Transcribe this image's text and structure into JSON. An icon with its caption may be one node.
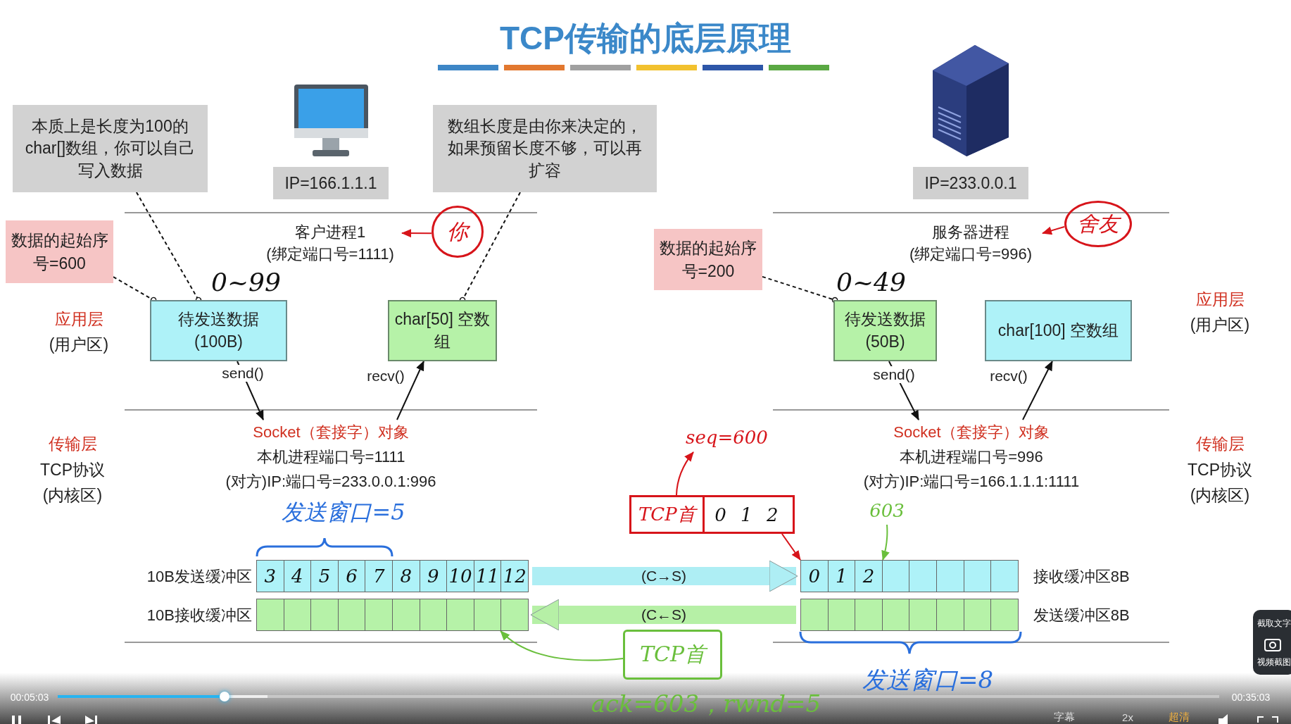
{
  "diagram": {
    "title": "TCP传输的底层原理",
    "nodes": [
      {
        "text": [
          "本质上是长度为100的char[]数组，你可以自己写入数据"
        ]
      },
      {
        "text": [
          "IP=166.1.1.1"
        ]
      },
      {
        "text": [
          "数组长度是由你来决定的，如果预留长度不够，可以再扩容"
        ]
      },
      {
        "text": [
          "IP=233.0.0.1"
        ]
      },
      {
        "text": [
          "数据的起始序号=600"
        ]
      },
      {
        "text": [
          "客户进程1",
          "(绑定端口号=1111)"
        ]
      },
      {
        "text": [
          "你"
        ]
      },
      {
        "text": [
          "服务器进程",
          "(绑定端口号=996)"
        ]
      },
      {
        "text": [
          "舍友"
        ]
      },
      {
        "text": [
          "数据的起始序号=200"
        ]
      },
      {
        "text": [
          "待发送数据 (100B)"
        ],
        "beside": [
          "0~99"
        ]
      },
      {
        "text": [
          "char[50] 空数组"
        ]
      },
      {
        "text": [
          "待发送数据 (50B)"
        ],
        "beside": [
          "0~49"
        ]
      },
      {
        "text": [
          "char[100] 空数组"
        ]
      },
      {
        "text": [
          "Socket（套接字）对象",
          "本机进程端口号=1111",
          "(对方)IP:端口号=233.0.0.1:996"
        ]
      },
      {
        "text": [
          "seq=600"
        ]
      },
      {
        "text": [
          "Socket（套接字）对象",
          "本机进程端口号=996",
          "(对方)IP:端口号=166.1.1.1:1111"
        ]
      },
      {
        "text": [
          "603"
        ]
      },
      {
        "text": [
          "TCP首",
          "0 1 2"
        ]
      },
      {
        "text": [
          "10B发送缓冲区",
          "3",
          "4",
          "5",
          "6",
          "7",
          "8",
          "9",
          "10",
          "11",
          "12"
        ]
      },
      {
        "text": [
          "0",
          "1",
          "2",
          "接收缓冲区8B"
        ]
      },
      {
        "text": [
          "10B接收缓冲区"
        ]
      },
      {
        "text": [
          "发送缓冲区8B"
        ]
      },
      {
        "text": [
          "TCP首"
        ]
      }
    ],
    "edges": [
      {
        "from": 0,
        "to": 10,
        "arrow": "other",
        "style": "dashed"
      },
      {
        "from": 4,
        "to": 10,
        "arrow": "other",
        "style": "dashed"
      },
      {
        "from": 2,
        "to": 11,
        "arrow": "other",
        "style": "dashed"
      },
      {
        "from": 9,
        "to": 12,
        "arrow": "other",
        "style": "dashed"
      },
      {
        "from": 6,
        "to": 5,
        "arrow": "to",
        "color": "#d7141a"
      },
      {
        "from": 8,
        "to": 7,
        "arrow": "to",
        "color": "#d7141a"
      },
      {
        "from": 10,
        "to": 14,
        "arrow": "to",
        "label": "send()"
      },
      {
        "from": 14,
        "to": 11,
        "arrow": "to",
        "label": "recv()"
      },
      {
        "from": 12,
        "to": 16,
        "arrow": "to",
        "label": "send()"
      },
      {
        "from": 16,
        "to": 13,
        "arrow": "to",
        "label": "recv()"
      },
      {
        "from": 19,
        "to": 20,
        "arrow": "to",
        "label": "(C→S)",
        "style": "thick",
        "color": "#aeeef4"
      },
      {
        "from": 22,
        "to": 21,
        "arrow": "to",
        "label": "(C←S)",
        "style": "thick",
        "color": "#b6f0a6"
      },
      {
        "from": 18,
        "to": 20,
        "arrow": "to",
        "color": "#d7141a"
      },
      {
        "from": 18,
        "to": 15,
        "arrow": "to",
        "color": "#d7141a"
      },
      {
        "from": 17,
        "to": 20,
        "arrow": "to",
        "color": "#6abf3c"
      },
      {
        "from": 23,
        "to": 21,
        "arrow": "to",
        "color": "#6abf3c"
      }
    ],
    "labels": [
      "应用层",
      "(用户区)",
      "传输层",
      "TCP协议",
      "(内核区)",
      "应用层",
      "(用户区)",
      "传输层",
      "TCP协议",
      "(内核区)",
      "发送窗口=5",
      "发送窗口=8",
      "ack=603，rwnd=5",
      "00:05:03",
      "00:35:03",
      "截取文字",
      "视频截图",
      "字幕",
      "2x",
      "超清"
    ]
  }
}
